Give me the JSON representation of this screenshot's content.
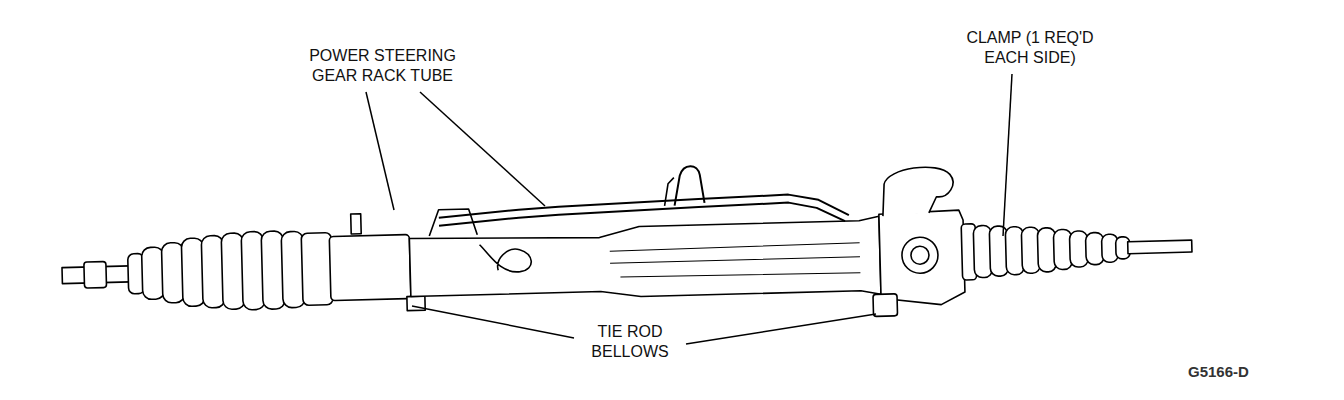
{
  "diagram": {
    "labels": [
      "POWER STEERING GEAR RACK TUBE",
      "CLAMP (1 REQ'D EACH SIDE)",
      "TIE ROD BELLOWS",
      "G5166-D"
    ]
  }
}
